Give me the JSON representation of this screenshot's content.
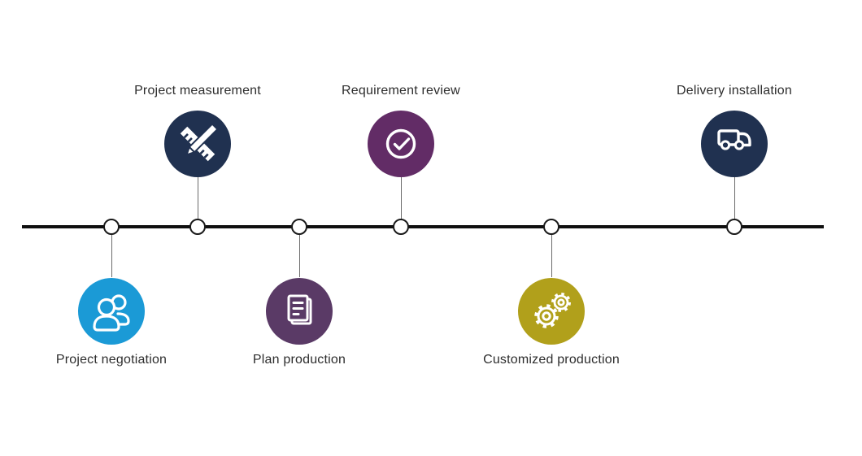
{
  "diagram": {
    "type": "process-timeline",
    "background": "#ffffff",
    "timeline_color": "#0f0f0f",
    "node_fill": "#ffffff",
    "node_border": "#1a1a1a",
    "connector_color": "#6b6b6b",
    "label_color": "#2d2d2d"
  },
  "steps": [
    {
      "label": "Project negotiation",
      "icon": "users-icon",
      "color": "#1b9ad6",
      "side": "below"
    },
    {
      "label": "Project measurement",
      "icon": "ruler-pencil-icon",
      "color": "#203150",
      "side": "above"
    },
    {
      "label": "Plan production",
      "icon": "document-icon",
      "color": "#5a3a66",
      "side": "below"
    },
    {
      "label": "Requirement review",
      "icon": "check-circle-icon",
      "color": "#622c66",
      "side": "above"
    },
    {
      "label": "Customized production",
      "icon": "gears-icon",
      "color": "#b1a01b",
      "side": "below"
    },
    {
      "label": "Delivery installation",
      "icon": "truck-icon",
      "color": "#203150",
      "side": "above"
    }
  ]
}
